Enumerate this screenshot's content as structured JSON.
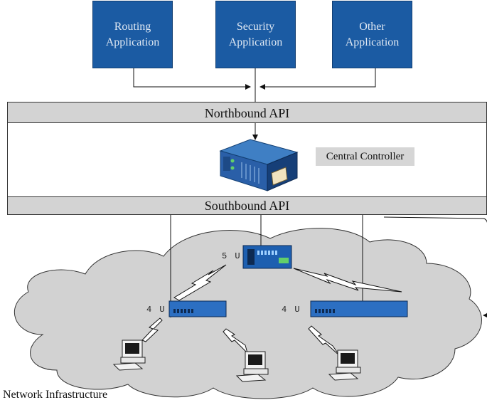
{
  "apps": [
    {
      "line1": "Routing",
      "line2": "Application"
    },
    {
      "line1": "Security",
      "line2": "Application"
    },
    {
      "line1": "Other",
      "line2": "Application"
    }
  ],
  "northbound": "Northbound API",
  "southbound": "Southbound API",
  "controller_label": "Central Controller",
  "switch_labels": {
    "top": "5 U",
    "left": "4 U",
    "right": "4 U"
  },
  "network_label": "Network Infrastructure",
  "colors": {
    "app_blue": "#1b5ba3",
    "bar_gray": "#d3d3d3",
    "cloud_gray": "#d2d2d2"
  }
}
